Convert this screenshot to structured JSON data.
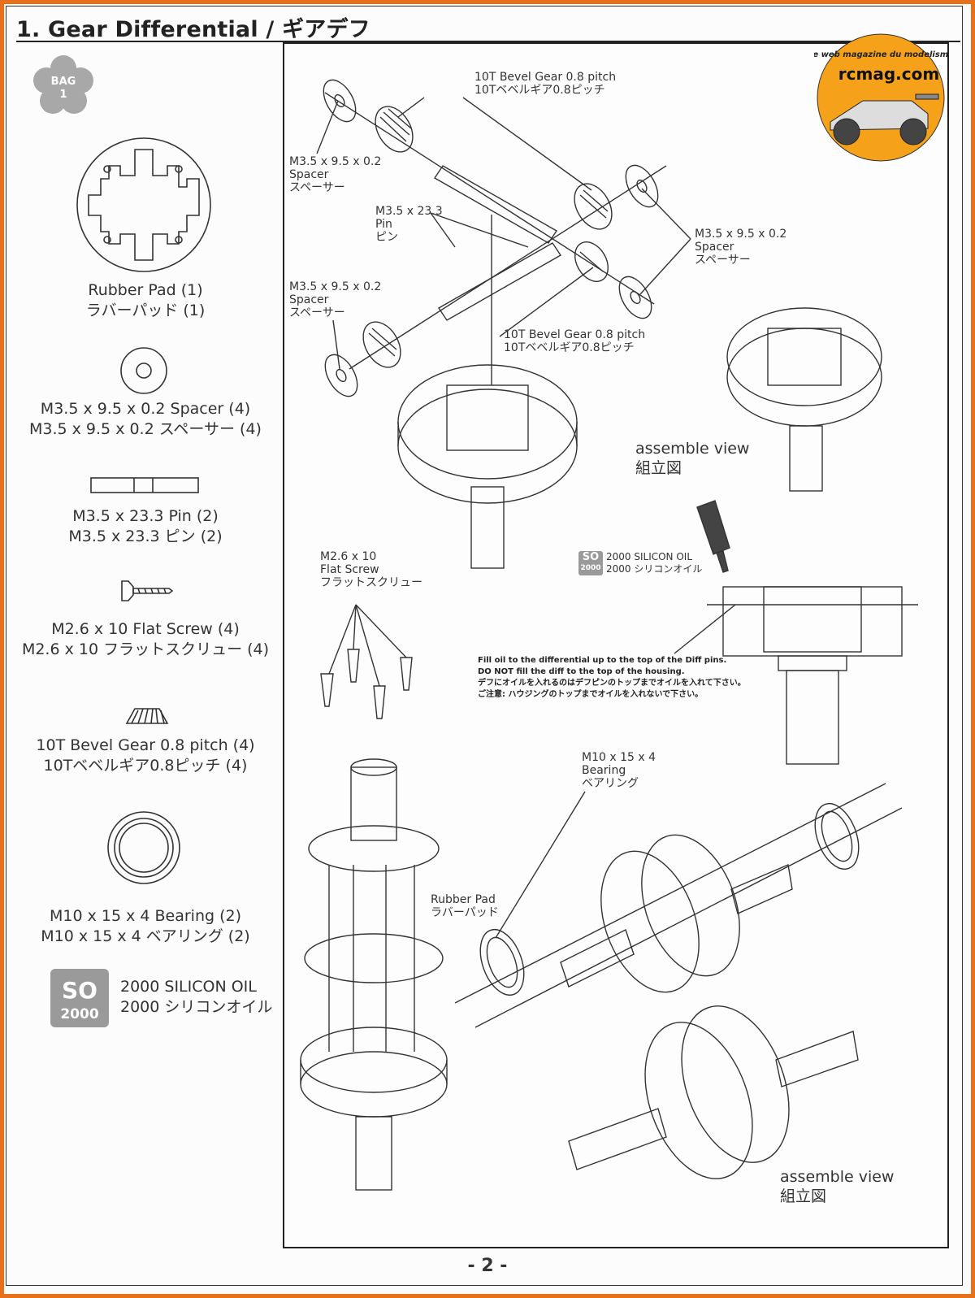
{
  "title": "1. Gear Differential / ギアデフ",
  "badge": {
    "line1": "BAG",
    "line2": "1"
  },
  "watermark": {
    "top": "Le web magazine du modelisme",
    "brand": "rcmag.com"
  },
  "parts": [
    {
      "icon": "rubber-pad-icon",
      "en": "Rubber Pad (1)",
      "jp": "ラバーパッド (1)"
    },
    {
      "icon": "spacer-icon",
      "en": "M3.5 x 9.5 x 0.2 Spacer (4)",
      "jp": "M3.5 x 9.5 x 0.2 スペーサー (4)"
    },
    {
      "icon": "pin-icon",
      "en": "M3.5 x 23.3 Pin (2)",
      "jp": "M3.5 x 23.3 ピン (2)"
    },
    {
      "icon": "flat-screw-icon",
      "en": "M2.6 x 10 Flat Screw (4)",
      "jp": "M2.6 x 10 フラットスクリュー (4)"
    },
    {
      "icon": "bevel-gear-icon",
      "en": "10T Bevel Gear 0.8 pitch (4)",
      "jp": "10Tベベルギア0.8ピッチ (4)"
    },
    {
      "icon": "bearing-icon",
      "en": "M10 x 15 x 4 Bearing (2)",
      "jp": "M10 x 15 x 4 ベアリング (2)"
    }
  ],
  "oil": {
    "badge_top": "SO",
    "badge_bottom": "2000",
    "en": "2000 SILICON OIL",
    "jp": "2000 シリコンオイル"
  },
  "diagram": {
    "gear_top": {
      "en": "10T Bevel Gear 0.8 pitch",
      "jp": "10Tベベルギア0.8ピッチ"
    },
    "gear_mid": {
      "en": "10T Bevel Gear 0.8 pitch",
      "jp": "10Tベベルギア0.8ピッチ"
    },
    "spacer_a": {
      "l1": "M3.5 x 9.5 x 0.2",
      "l2": "Spacer",
      "l3": "スペーサー"
    },
    "spacer_b": {
      "l1": "M3.5 x 9.5 x 0.2",
      "l2": "Spacer",
      "l3": "スペーサー"
    },
    "spacer_c": {
      "l1": "M3.5 x 9.5 x 0.2",
      "l2": "Spacer",
      "l3": "スペーサー"
    },
    "pin": {
      "l1": "M3.5 x 23.3",
      "l2": "Pin",
      "l3": "ピン"
    },
    "assemble_1": {
      "en": "assemble view",
      "jp": "組立図"
    },
    "assemble_2": {
      "en": "assemble view",
      "jp": "組立図"
    },
    "screw": {
      "l1": "M2.6 x 10",
      "l2": "Flat Screw",
      "l3": "フラットスクリュー"
    },
    "oil_tag": {
      "top": "SO",
      "bottom": "2000",
      "en": "2000 SILICON OIL",
      "jp": "2000 シリコンオイル"
    },
    "fill_note": [
      "Fill oil to the differential up to the top of the Diff pins.",
      "DO NOT fill the diff to the top of the housing.",
      "デフにオイルを入れるのはデフピンのトップまでオイルを入れて下さい。",
      "ご注意: ハウジングのトップまでオイルを入れないで下さい。"
    ],
    "bearing": {
      "l1": "M10 x 15 x 4",
      "l2": "Bearing",
      "l3": "ベアリング"
    },
    "rubber_pad": {
      "en": "Rubber Pad",
      "jp": "ラバーパッド"
    }
  },
  "page_number": "- 2 -",
  "colors": {
    "frame": "#e8701a",
    "badge": "#9a9a9a",
    "logo": "#f5a21a"
  }
}
